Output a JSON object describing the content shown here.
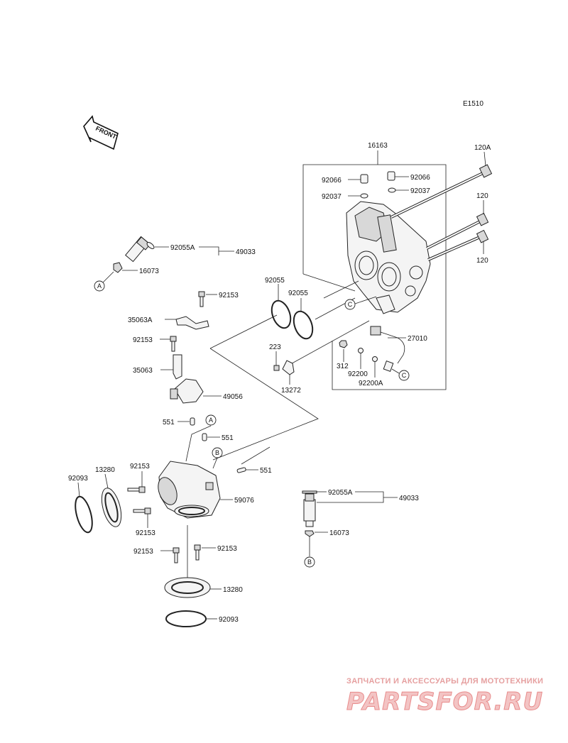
{
  "diagram": {
    "code": "E1510",
    "front_label": "FRONT",
    "callouts": {
      "a": "A",
      "b": "B",
      "c": "C"
    },
    "parts": {
      "throttle_body": "16163",
      "bolt_120a": "120A",
      "bolt_120": "120",
      "cap_92066": "92066",
      "oring_92037": "92037",
      "oring_92055": "92055",
      "oring_92055a": "92055A",
      "injector_49033": "49033",
      "bushing_16073": "16073",
      "screw_92153": "92153",
      "bracket_35063a": "35063A",
      "bracket_35063": "35063",
      "valve_49056": "49056",
      "cap_551": "551",
      "holder_59076": "59076",
      "clamp_13280": "13280",
      "gasket_92093": "92093",
      "screw_223": "223",
      "bracket_13272": "13272",
      "nut_312": "312",
      "washer_92200": "92200",
      "washer_92200a": "92200A",
      "sensor_27010": "27010"
    }
  },
  "watermark": {
    "tagline": "ЗАПЧАСТИ И АКСЕССУАРЫ ДЛЯ МОТОТЕХНИКИ",
    "logo": "PARTSFOR.RU"
  }
}
